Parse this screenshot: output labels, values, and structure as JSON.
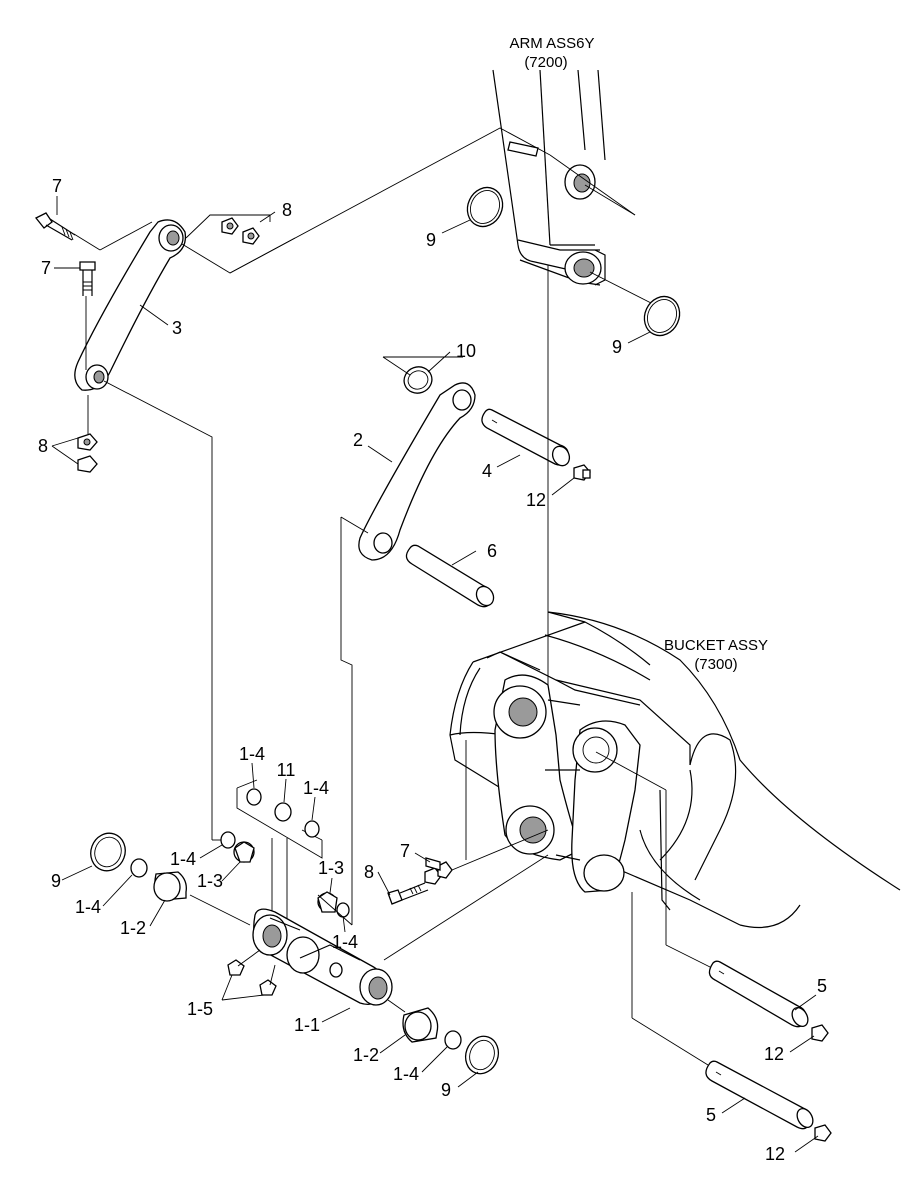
{
  "assemblies": {
    "arm_title": "ARM ASS6Y",
    "arm_code": "(7200)",
    "bucket_title": "BUCKET ASSY",
    "bucket_code": "(7300)"
  },
  "callouts": {
    "c7_top": "7",
    "c7_mid": "7",
    "c8_top": "8",
    "c3": "3",
    "c8_left": "8",
    "c9_arm_left": "9",
    "c9_arm_right": "9",
    "c10": "10",
    "c2": "2",
    "c4": "4",
    "c12_upper": "12",
    "c6": "6",
    "c1_4_a": "1-4",
    "c11": "11",
    "c1_4_b": "1-4",
    "c1_4_c": "1-4",
    "c1_3_a": "1-3",
    "c9_left": "9",
    "c1_4_d": "1-4",
    "c1_2_a": "1-2",
    "c1_3_b": "1-3",
    "c1_4_e": "1-4",
    "c7_low": "7",
    "c8_low": "8",
    "c1_5": "1-5",
    "c1_1": "1-1",
    "c1_2_b": "1-2",
    "c1_4_f": "1-4",
    "c9_bottom": "9",
    "c5_upper": "5",
    "c12_mid": "12",
    "c5_lower": "5",
    "c12_lower": "12"
  }
}
